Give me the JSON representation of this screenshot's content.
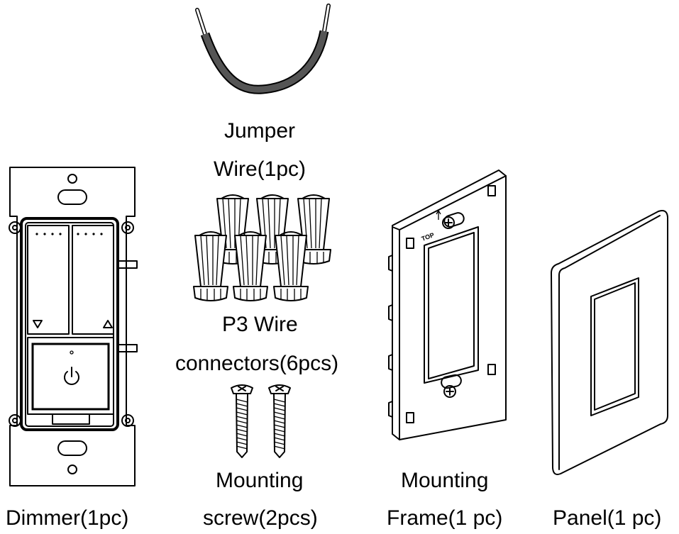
{
  "items": {
    "jumper_wire": {
      "line1": "Jumper",
      "line2": "Wire(1pc)"
    },
    "wire_connectors": {
      "line1": "P3 Wire",
      "line2": "connectors(6pcs)"
    },
    "mounting_screw": {
      "line1": "Mounting",
      "line2": "screw(2pcs)"
    },
    "dimmer": {
      "label": "Dimmer(1pc)"
    },
    "mounting_frame": {
      "line1": "Mounting",
      "line2": "Frame(1 pc)",
      "stamp": "TOP"
    },
    "panel": {
      "label": "Panel(1 pc)"
    }
  },
  "colors": {
    "line": "#000000",
    "wire_insulation": "#555555",
    "background": "#ffffff"
  }
}
